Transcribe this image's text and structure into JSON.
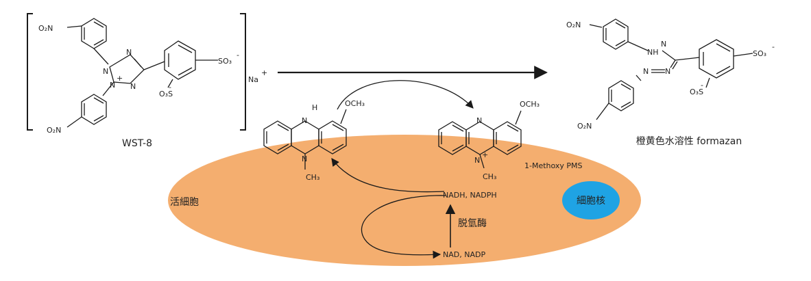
{
  "colors": {
    "cell": "#F4AE6F",
    "nucleus": "#1FA3E4",
    "line": "#1a1a1a"
  },
  "wst8": {
    "name": "WST-8",
    "no2_top": "O₂N",
    "no2_bottom": "O₂N",
    "n1": "N",
    "n2": "N",
    "n3": "N",
    "n4": "N",
    "plus": "+",
    "so3_right": "SO₃",
    "so3_right_charge": "-",
    "so3_left": "O₃S",
    "so3_left_charge": "-",
    "counter_ion": "Na",
    "counter_charge": "+"
  },
  "formazan": {
    "name": "橙黄色水溶性 formazan",
    "no2_top": "O₂N",
    "no2_bottom": "O₂N",
    "nh": "NH",
    "n_top": "N",
    "n_a": "N",
    "n_b": "N",
    "so3_right": "SO₃",
    "so3_right_charge": "-",
    "so3_left": "O₃S",
    "so3_left_charge": "-"
  },
  "reduced_pms": {
    "h": "H",
    "n_top": "N",
    "n_bottom": "N",
    "methyl": "CH₃",
    "methoxy": "OCH₃"
  },
  "oxidized_pms": {
    "name": "1-Methoxy PMS",
    "n_top": "N",
    "n_bottom": "N",
    "plus": "+",
    "methyl": "CH₃",
    "methoxy": "OCH₃"
  },
  "cell": {
    "label": "活細胞",
    "nucleus": "細胞核",
    "nadh": "NADH, NADPH",
    "enzyme": "脱氫酶",
    "nad": "NAD, NADP"
  }
}
